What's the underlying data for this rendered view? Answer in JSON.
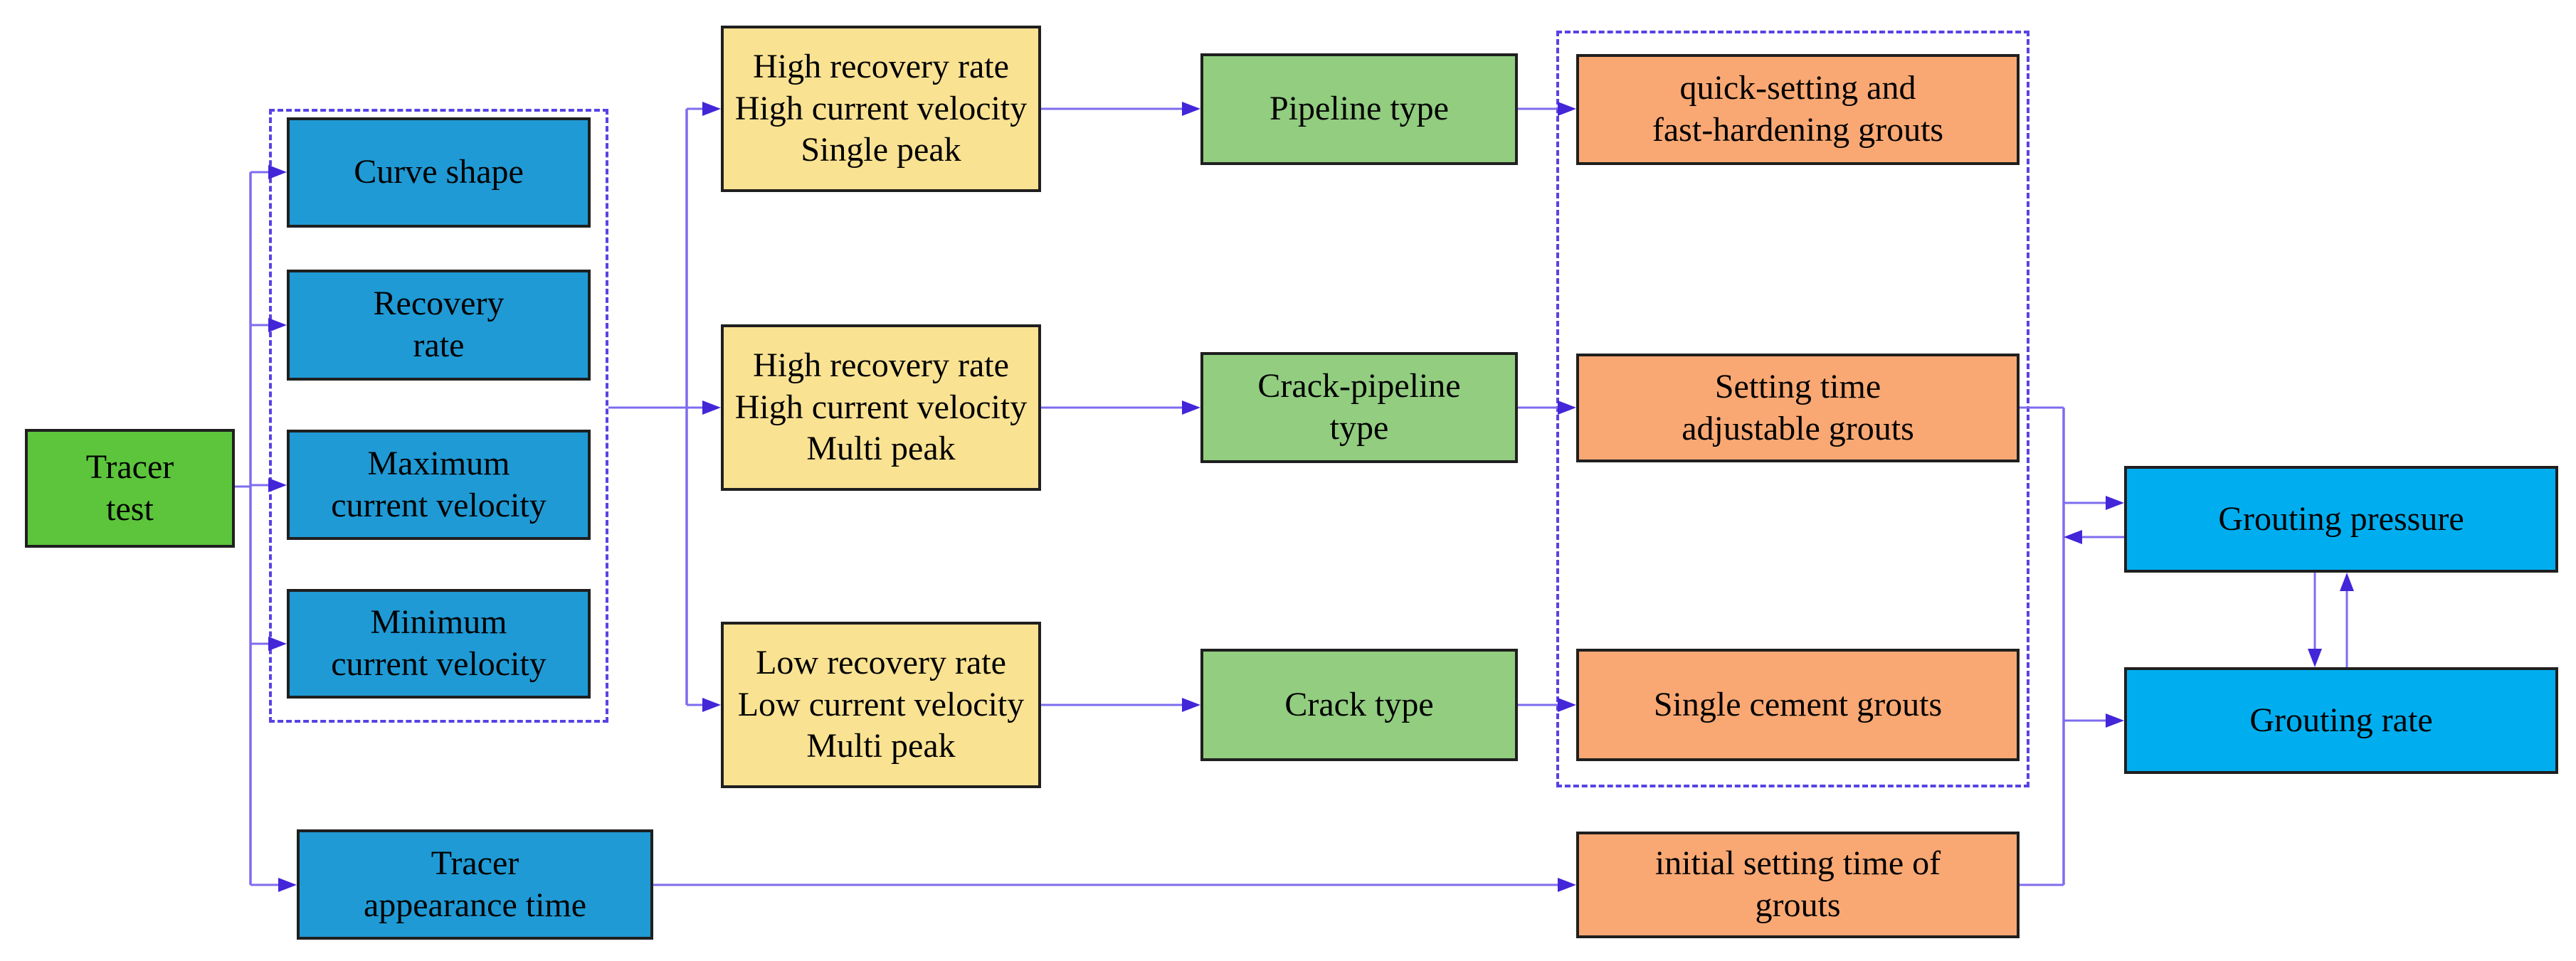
{
  "nodes": {
    "tracer_test": {
      "label": "Tracer\ntest"
    },
    "curve_shape": {
      "label": "Curve shape"
    },
    "recovery_rate": {
      "label": "Recovery\nrate"
    },
    "max_velocity": {
      "label": "Maximum\ncurrent velocity"
    },
    "min_velocity": {
      "label": "Minimum\ncurrent velocity"
    },
    "tracer_appearance": {
      "label": "Tracer\nappearance time"
    },
    "high_single": {
      "label": "High recovery rate\nHigh current velocity\nSingle peak"
    },
    "high_multi": {
      "label": "High recovery rate\nHigh current velocity\nMulti peak"
    },
    "low_multi": {
      "label": "Low recovery rate\nLow current velocity\nMulti peak"
    },
    "pipeline_type": {
      "label": "Pipeline type"
    },
    "crack_pipeline": {
      "label": "Crack-pipeline\ntype"
    },
    "crack_type": {
      "label": "Crack type"
    },
    "quick_setting": {
      "label": "quick-setting and\nfast-hardening grouts"
    },
    "setting_adjustable": {
      "label": "Setting time\nadjustable grouts"
    },
    "single_cement": {
      "label": "Single cement grouts"
    },
    "initial_setting": {
      "label": "initial setting time of\ngrouts"
    },
    "grouting_pressure": {
      "label": "Grouting pressure"
    },
    "grouting_rate": {
      "label": "Grouting rate"
    }
  },
  "colors": {
    "source_green": "#5cc53c",
    "indicator_blue": "#1f9ad5",
    "condition_yellow": "#f9e292",
    "type_green": "#92cd80",
    "grout_orange": "#f9a873",
    "control_cyan": "#00aeef",
    "connector_purple": "#7e6cef",
    "arrowhead_purple": "#4326d8",
    "dashed_border_purple": "#5743e3",
    "box_border": "#1f1f1f"
  }
}
